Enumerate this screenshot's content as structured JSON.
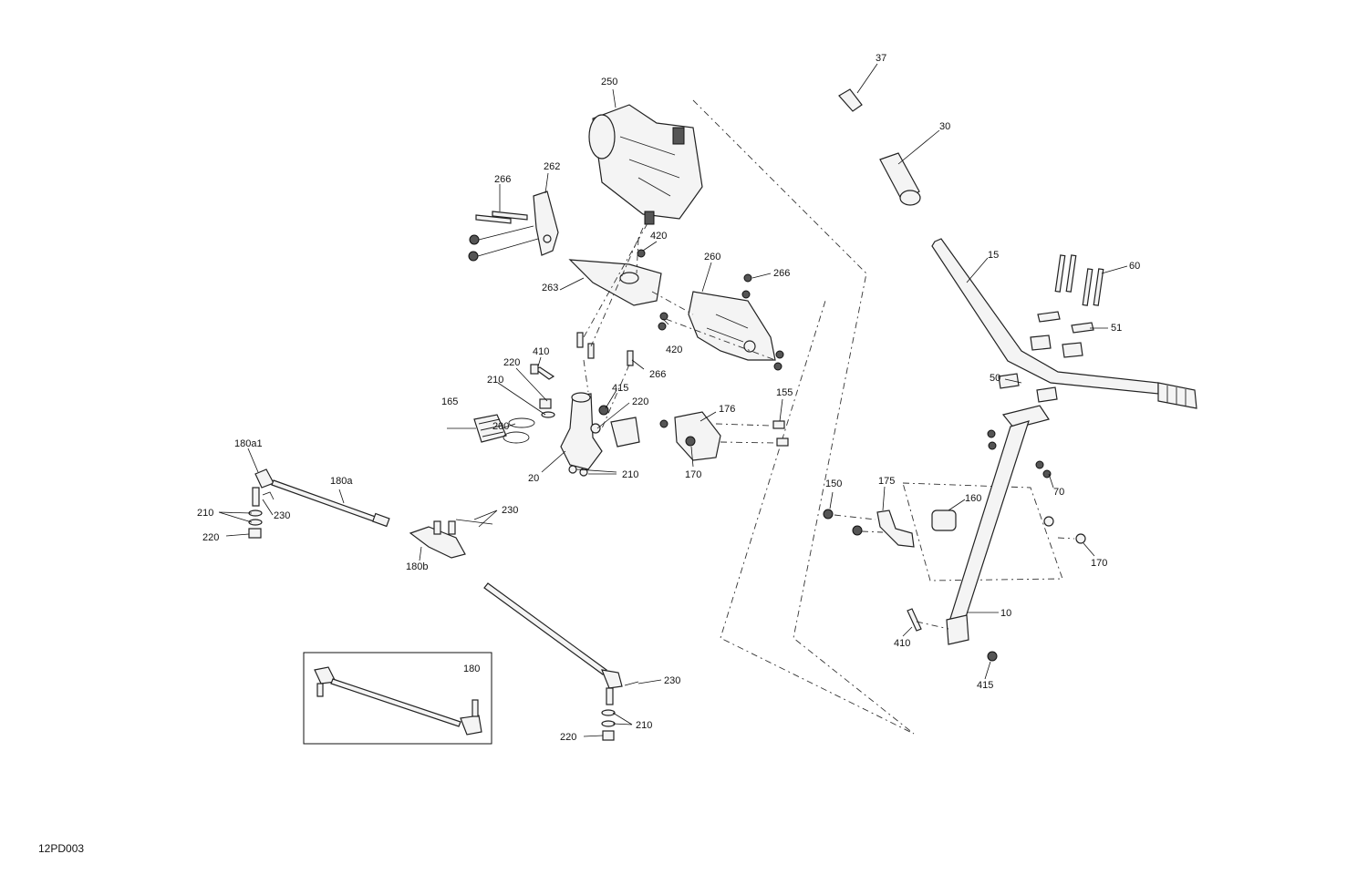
{
  "drawing_ref": "12PD003",
  "inset_label": "180",
  "labels": [
    {
      "id": "250",
      "text": "250"
    },
    {
      "id": "262",
      "text": "262"
    },
    {
      "id": "266a",
      "text": "266"
    },
    {
      "id": "420a",
      "text": "420"
    },
    {
      "id": "260",
      "text": "260"
    },
    {
      "id": "266b",
      "text": "266"
    },
    {
      "id": "263",
      "text": "263"
    },
    {
      "id": "420b",
      "text": "420"
    },
    {
      "id": "266c",
      "text": "266"
    },
    {
      "id": "410a",
      "text": "410"
    },
    {
      "id": "220a",
      "text": "220"
    },
    {
      "id": "210a",
      "text": "210"
    },
    {
      "id": "415a",
      "text": "415"
    },
    {
      "id": "220b",
      "text": "220"
    },
    {
      "id": "165",
      "text": "165"
    },
    {
      "id": "200",
      "text": "200"
    },
    {
      "id": "176",
      "text": "176"
    },
    {
      "id": "155",
      "text": "155"
    },
    {
      "id": "20",
      "text": "20"
    },
    {
      "id": "210b",
      "text": "210"
    },
    {
      "id": "170a",
      "text": "170"
    },
    {
      "id": "180a1",
      "text": "180a1"
    },
    {
      "id": "180a",
      "text": "180a"
    },
    {
      "id": "210c",
      "text": "210"
    },
    {
      "id": "230a",
      "text": "230"
    },
    {
      "id": "220c",
      "text": "220"
    },
    {
      "id": "230b",
      "text": "230"
    },
    {
      "id": "180b",
      "text": "180b"
    },
    {
      "id": "230c",
      "text": "230"
    },
    {
      "id": "210d",
      "text": "210"
    },
    {
      "id": "220d",
      "text": "220"
    },
    {
      "id": "37",
      "text": "37"
    },
    {
      "id": "30",
      "text": "30"
    },
    {
      "id": "15",
      "text": "15"
    },
    {
      "id": "60",
      "text": "60"
    },
    {
      "id": "51",
      "text": "51"
    },
    {
      "id": "50",
      "text": "50"
    },
    {
      "id": "70",
      "text": "70"
    },
    {
      "id": "150",
      "text": "150"
    },
    {
      "id": "175",
      "text": "175"
    },
    {
      "id": "160",
      "text": "160"
    },
    {
      "id": "170b",
      "text": "170"
    },
    {
      "id": "10",
      "text": "10"
    },
    {
      "id": "410b",
      "text": "410"
    },
    {
      "id": "415b",
      "text": "415"
    }
  ]
}
